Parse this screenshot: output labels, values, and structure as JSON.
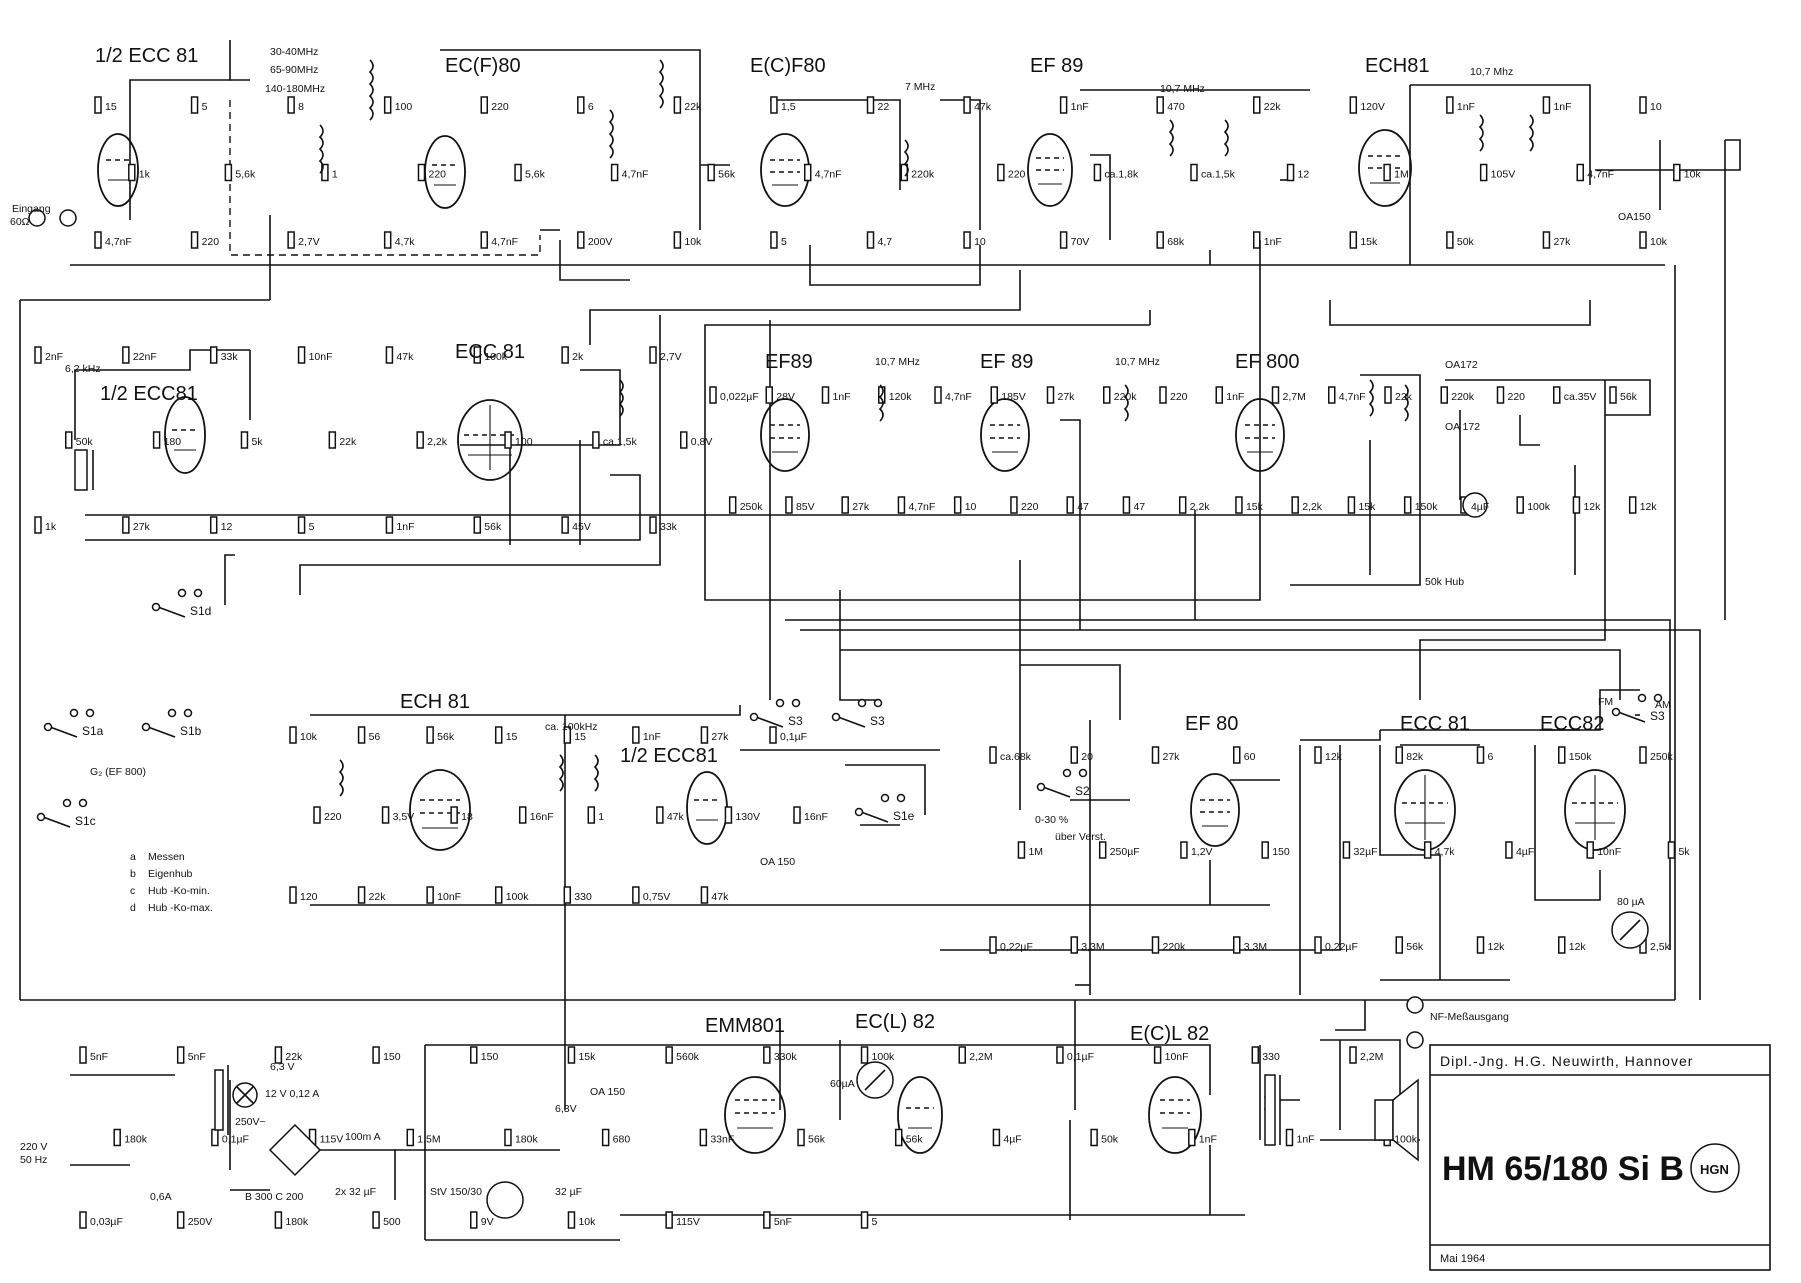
{
  "tubes": [
    {
      "id": "t1",
      "label": "1/2 ECC 81"
    },
    {
      "id": "t2",
      "label": "EC(F)80"
    },
    {
      "id": "t3",
      "label": "E(C)F80"
    },
    {
      "id": "t4",
      "label": "EF 89"
    },
    {
      "id": "t5",
      "label": "ECH81"
    },
    {
      "id": "t6",
      "label": "1/2 ECC81"
    },
    {
      "id": "t7",
      "label": "ECC 81"
    },
    {
      "id": "t8",
      "label": "EF89"
    },
    {
      "id": "t9",
      "label": "EF 89"
    },
    {
      "id": "t10",
      "label": "EF 800"
    },
    {
      "id": "t11",
      "label": "ECH 81"
    },
    {
      "id": "t12",
      "label": "1/2 ECC81"
    },
    {
      "id": "t13",
      "label": "EF 80"
    },
    {
      "id": "t14",
      "label": "ECC 81"
    },
    {
      "id": "t15",
      "label": "ECC82"
    },
    {
      "id": "t16",
      "label": "EMM801"
    },
    {
      "id": "t17",
      "label": "EC(L) 82"
    },
    {
      "id": "t18",
      "label": "E(C)L 82"
    }
  ],
  "labels": {
    "eingang": "Eingang",
    "ohm60": "60Ω",
    "f1": "30-40MHz",
    "f2": "65-90MHz",
    "f3": "140-180MHz",
    "f7mhz": "7 MHz",
    "f107a": "10,7 MHz",
    "f107b": "10,7 Mhz",
    "f107c": "10,7 MHz",
    "f107d": "10,7 MHz",
    "f62khz": "6,2 kHz",
    "ca100khz": "ca. 100kHz",
    "mains": "220 V",
    "hz": "50 Hz",
    "v63a": "6,3 V",
    "lamp": "12 V 0,12 A",
    "v250": "250V~",
    "bridge": "B 300 C 200",
    "fuse": "0,6A",
    "choke": "100m A",
    "stab": "StV 150/30",
    "c2x32": "2x 32 µF",
    "c32": "32 µF",
    "nf_out": "NF-Meßausgang",
    "uber": "über Verst.",
    "pct": "0-30 %",
    "hub": "50k Hub",
    "g2": "G₂ (EF 800)",
    "fm": "FM",
    "am": "AM",
    "meter60": "60µA",
    "meter80": "80 µA",
    "oa150a": "OA150",
    "oa150b": "OA\n150",
    "oa150c": "OA 150",
    "oa172a": "OA172",
    "oa172b": "OA 172",
    "v63b": "6,3V"
  },
  "legend": [
    {
      "key": "a",
      "text": "Messen"
    },
    {
      "key": "b",
      "text": "Eigenhub"
    },
    {
      "key": "c",
      "text": "Hub -Ko-min."
    },
    {
      "key": "d",
      "text": "Hub -Ko-max."
    }
  ],
  "switches": [
    "S1a",
    "S1b",
    "S1c",
    "S1d",
    "S1e",
    "S2",
    "S3",
    "S3",
    "S3"
  ],
  "components": [
    "15",
    "5",
    "8",
    "100",
    "220",
    "6",
    "22k",
    "1,5",
    "22",
    "47k",
    "1nF",
    "470",
    "22k",
    "120V",
    "1nF",
    "1nF",
    "10",
    "1k",
    "5,6k",
    "1",
    "220",
    "5,6k",
    "4,7nF",
    "56k",
    "4,7nF",
    "220k",
    "220",
    "ca.1,8k",
    "ca.1,5k",
    "12",
    "1M",
    "105V",
    "4,7nF",
    "10k",
    "4,7nF",
    "220",
    "2,7V",
    "4,7k",
    "4,7nF",
    "200V",
    "10k",
    "5",
    "4,7",
    "10",
    "70V",
    "68k",
    "1nF",
    "15k",
    "50k",
    "27k",
    "10k",
    "2nF",
    "22nF",
    "33k",
    "10nF",
    "47k",
    "100k",
    "2k",
    "2,7V",
    "50k",
    "180",
    "5k",
    "22k",
    "2,2k",
    "100",
    "ca.1,5k",
    "0,8V",
    "1k",
    "27k",
    "12",
    "5",
    "1nF",
    "56k",
    "45V",
    "33k",
    "0,022µF",
    "28V",
    "1nF",
    "120k",
    "4,7nF",
    "185V",
    "27k",
    "220k",
    "220",
    "1nF",
    "2,7M",
    "4,7nF",
    "22k",
    "220k",
    "220",
    "ca.35V",
    "56k",
    "250k",
    "85V",
    "27k",
    "4,7nF",
    "10",
    "220",
    "47",
    "47",
    "2,2k",
    "15k",
    "2,2k",
    "15k",
    "150k",
    "4µF",
    "100k",
    "12k",
    "12k",
    "10k",
    "56",
    "56k",
    "15",
    "15",
    "1nF",
    "27k",
    "0,1µF",
    "220",
    "3,5V",
    "18",
    "16nF",
    "1",
    "47k",
    "130V",
    "16nF",
    "120",
    "22k",
    "10nF",
    "100k",
    "330",
    "0,75V",
    "47k",
    "ca.68k",
    "20",
    "27k",
    "60",
    "12k",
    "82k",
    "6",
    "150k",
    "250k",
    "1M",
    "250µF",
    "1,2V",
    "150",
    "32µF",
    "4,7k",
    "4µF",
    "10nF",
    "5k",
    "0,22µF",
    "3,3M",
    "220k",
    "3,3M",
    "0,22µF",
    "56k",
    "12k",
    "12k",
    "2,5k",
    "5nF",
    "5nF",
    "22k",
    "150",
    "150",
    "15k",
    "560k",
    "330k",
    "100k",
    "2,2M",
    "0,1µF",
    "10nF",
    "330",
    "2,2M",
    "180k",
    "0,1µF",
    "115V",
    "1,5M",
    "180k",
    "680",
    "33nF",
    "56k",
    "56k",
    "4µF",
    "50k",
    "1nF",
    "1nF",
    "100k",
    "0,03µF",
    "250V",
    "180k",
    "500",
    "9V",
    "10k",
    "115V",
    "5nF",
    "5"
  ],
  "title": {
    "company": "Dipl.-Jng. H.G. Neuwirth, Hannover",
    "model": "HM 65/180 Si B",
    "date": "Mai 1964",
    "logo": "HGN"
  }
}
